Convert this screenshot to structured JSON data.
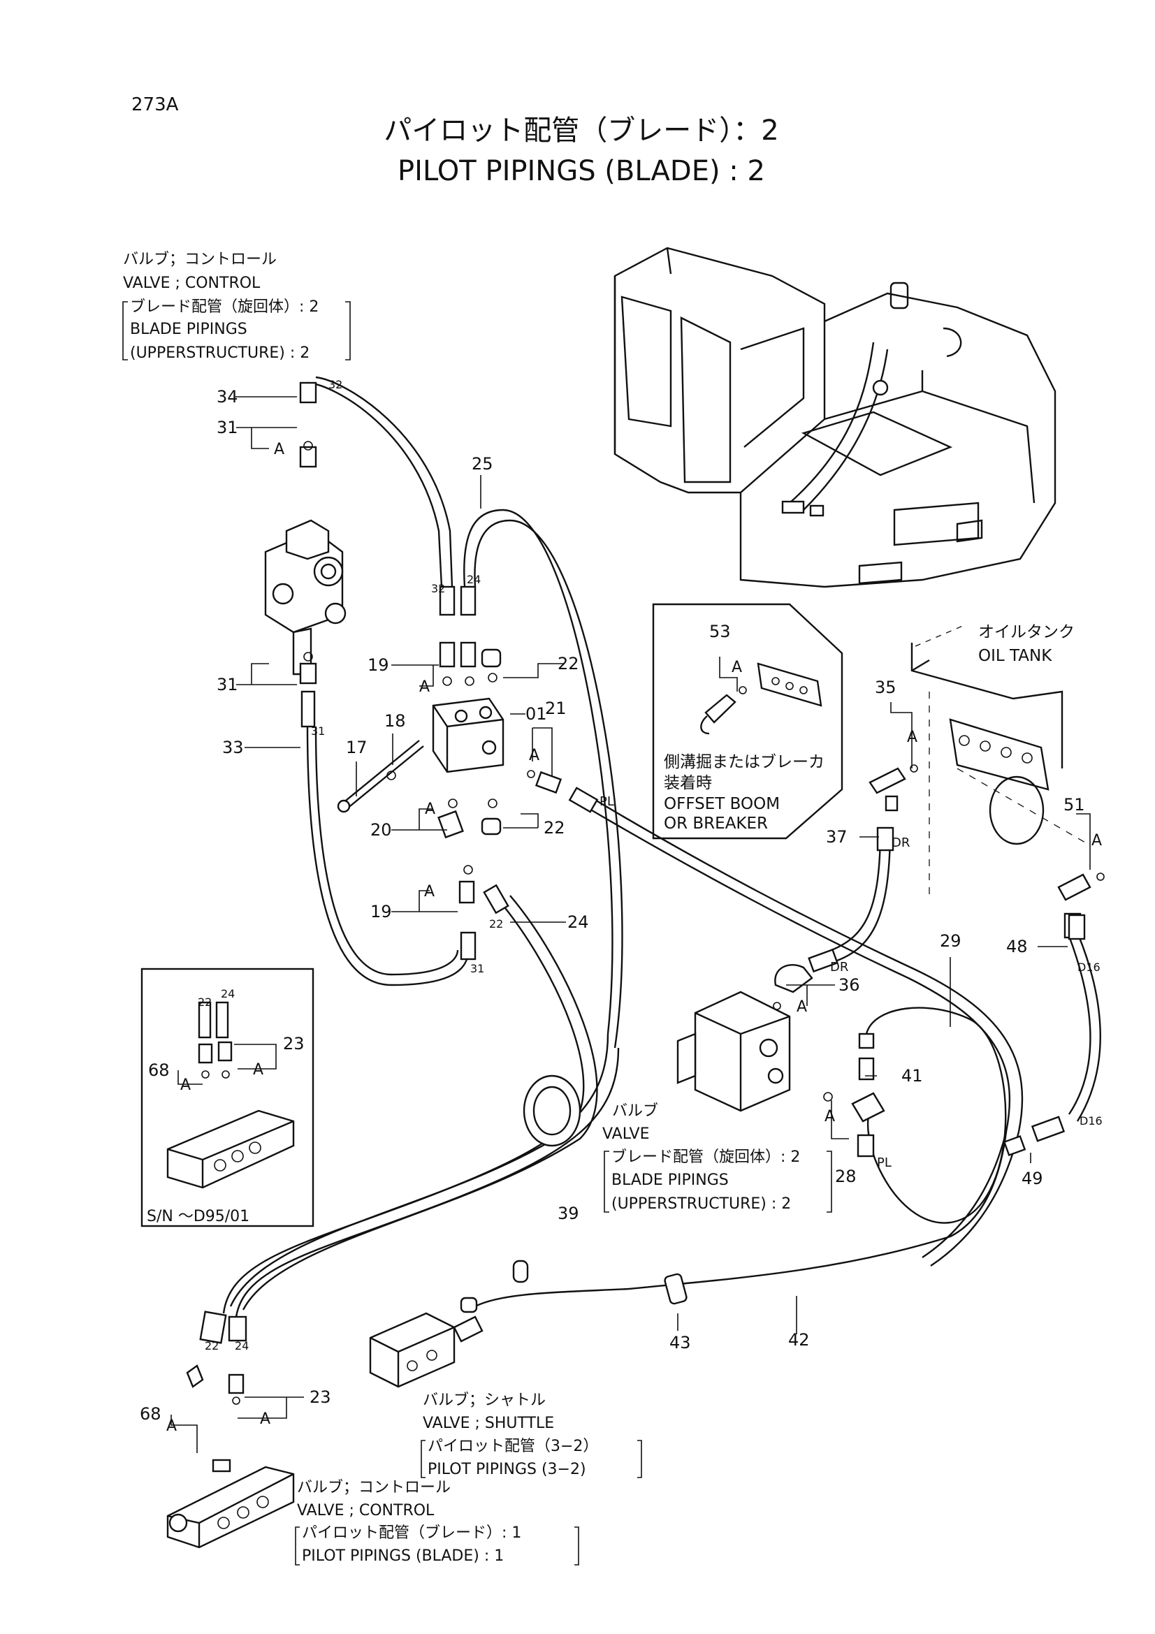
{
  "header": {
    "page_code": "273A",
    "title_jp": "パイロット配管（ブレード）：2",
    "title_en": "PILOT PIPINGS (BLADE) : 2"
  },
  "notes": {
    "control_valve_top": {
      "jp": "バルブ；コントロール",
      "en": "VALVE ; CONTROL",
      "ref_jp": "ブレード配管（旋回体）: 2",
      "ref_en_1": "BLADE  PIPINGS",
      "ref_en_2": "(UPPERSTRUCTURE) : 2"
    },
    "oil_tank": {
      "jp": "オイルタンク",
      "en": "OIL  TANK"
    },
    "offset_boom": {
      "jp_1": "側溝掘またはブレーカ",
      "jp_2": "装着時",
      "en_1": "OFFSET BOOM",
      "en_2": "OR BREAKER"
    },
    "valve_mid": {
      "jp": "バルブ",
      "en": "VALVE",
      "ref_jp": "ブレード配管（旋回体）: 2",
      "ref_en_1": "BLADE  PIPINGS",
      "ref_en_2": "(UPPERSTRUCTURE) : 2"
    },
    "shuttle_valve": {
      "jp": "バルブ；シャトル",
      "en": "VALVE ; SHUTTLE",
      "ref_jp": "パイロット配管（3−2）",
      "ref_en": "PILOT   PIPINGS (3−2)"
    },
    "control_valve_bottom": {
      "jp": "バルブ；コントロール",
      "en": "VALVE ; CONTROL",
      "ref_jp": "パイロット配管（ブレード）: 1",
      "ref_en": "PILOT   PIPINGS (BLADE) : 1"
    },
    "serial_inset": "S/N  ～D95/01"
  },
  "callouts": [
    "34",
    "31",
    "A",
    "31",
    "33",
    "25",
    "32",
    "24",
    "19",
    "A",
    "22",
    "17",
    "18",
    "01",
    "21",
    "A",
    "A",
    "20",
    "22",
    "19",
    "A",
    "24",
    "22",
    "31",
    "PL",
    "53",
    "A",
    "35",
    "A",
    "37",
    "DR",
    "51",
    "A",
    "48",
    "D16",
    "29",
    "DR",
    "36",
    "A",
    "41",
    "A",
    "28",
    "PL",
    "39",
    "D16",
    "49",
    "43",
    "42",
    "23",
    "68",
    "A",
    "A",
    "23",
    "68",
    "A",
    "22",
    "24",
    "A",
    "32",
    "31",
    "22",
    "24"
  ]
}
